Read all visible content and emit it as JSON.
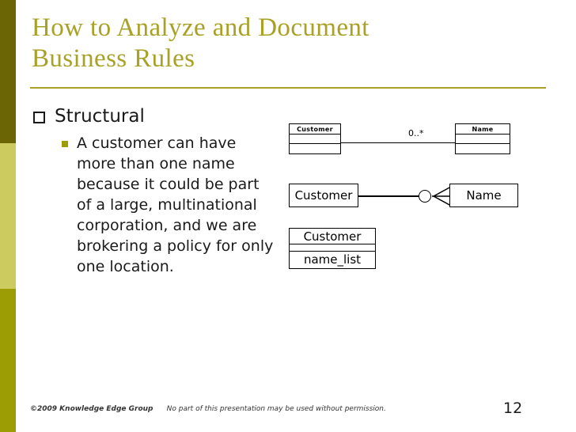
{
  "slide": {
    "title": "How to Analyze and Document\nBusiness Rules",
    "page_number": "12",
    "accent_dark": "#6b6505",
    "accent_mid": "#cccb5f",
    "accent_bottom": "#9c9c05",
    "title_color": "#a8a126"
  },
  "body": {
    "level1": "Structural",
    "level2": "A customer can have more than one name because it could be part of a large, multinational corporation, and we are brokering a policy for only one location."
  },
  "diagram": {
    "uml": {
      "left_class": "Customer",
      "right_class": "Name",
      "multiplicity": "0..*"
    },
    "er": {
      "left_entity": "Customer",
      "right_entity": "Name",
      "left_cardinality_symbol": "circle-zero",
      "right_cardinality_symbol": "crows-foot-many"
    },
    "attribute_box": {
      "title": "Customer",
      "middle": "",
      "attribute": "name_list"
    }
  },
  "footer": {
    "copyright": "©2009 Knowledge Edge Group",
    "notice": "No part of this presentation may be used without permission."
  }
}
